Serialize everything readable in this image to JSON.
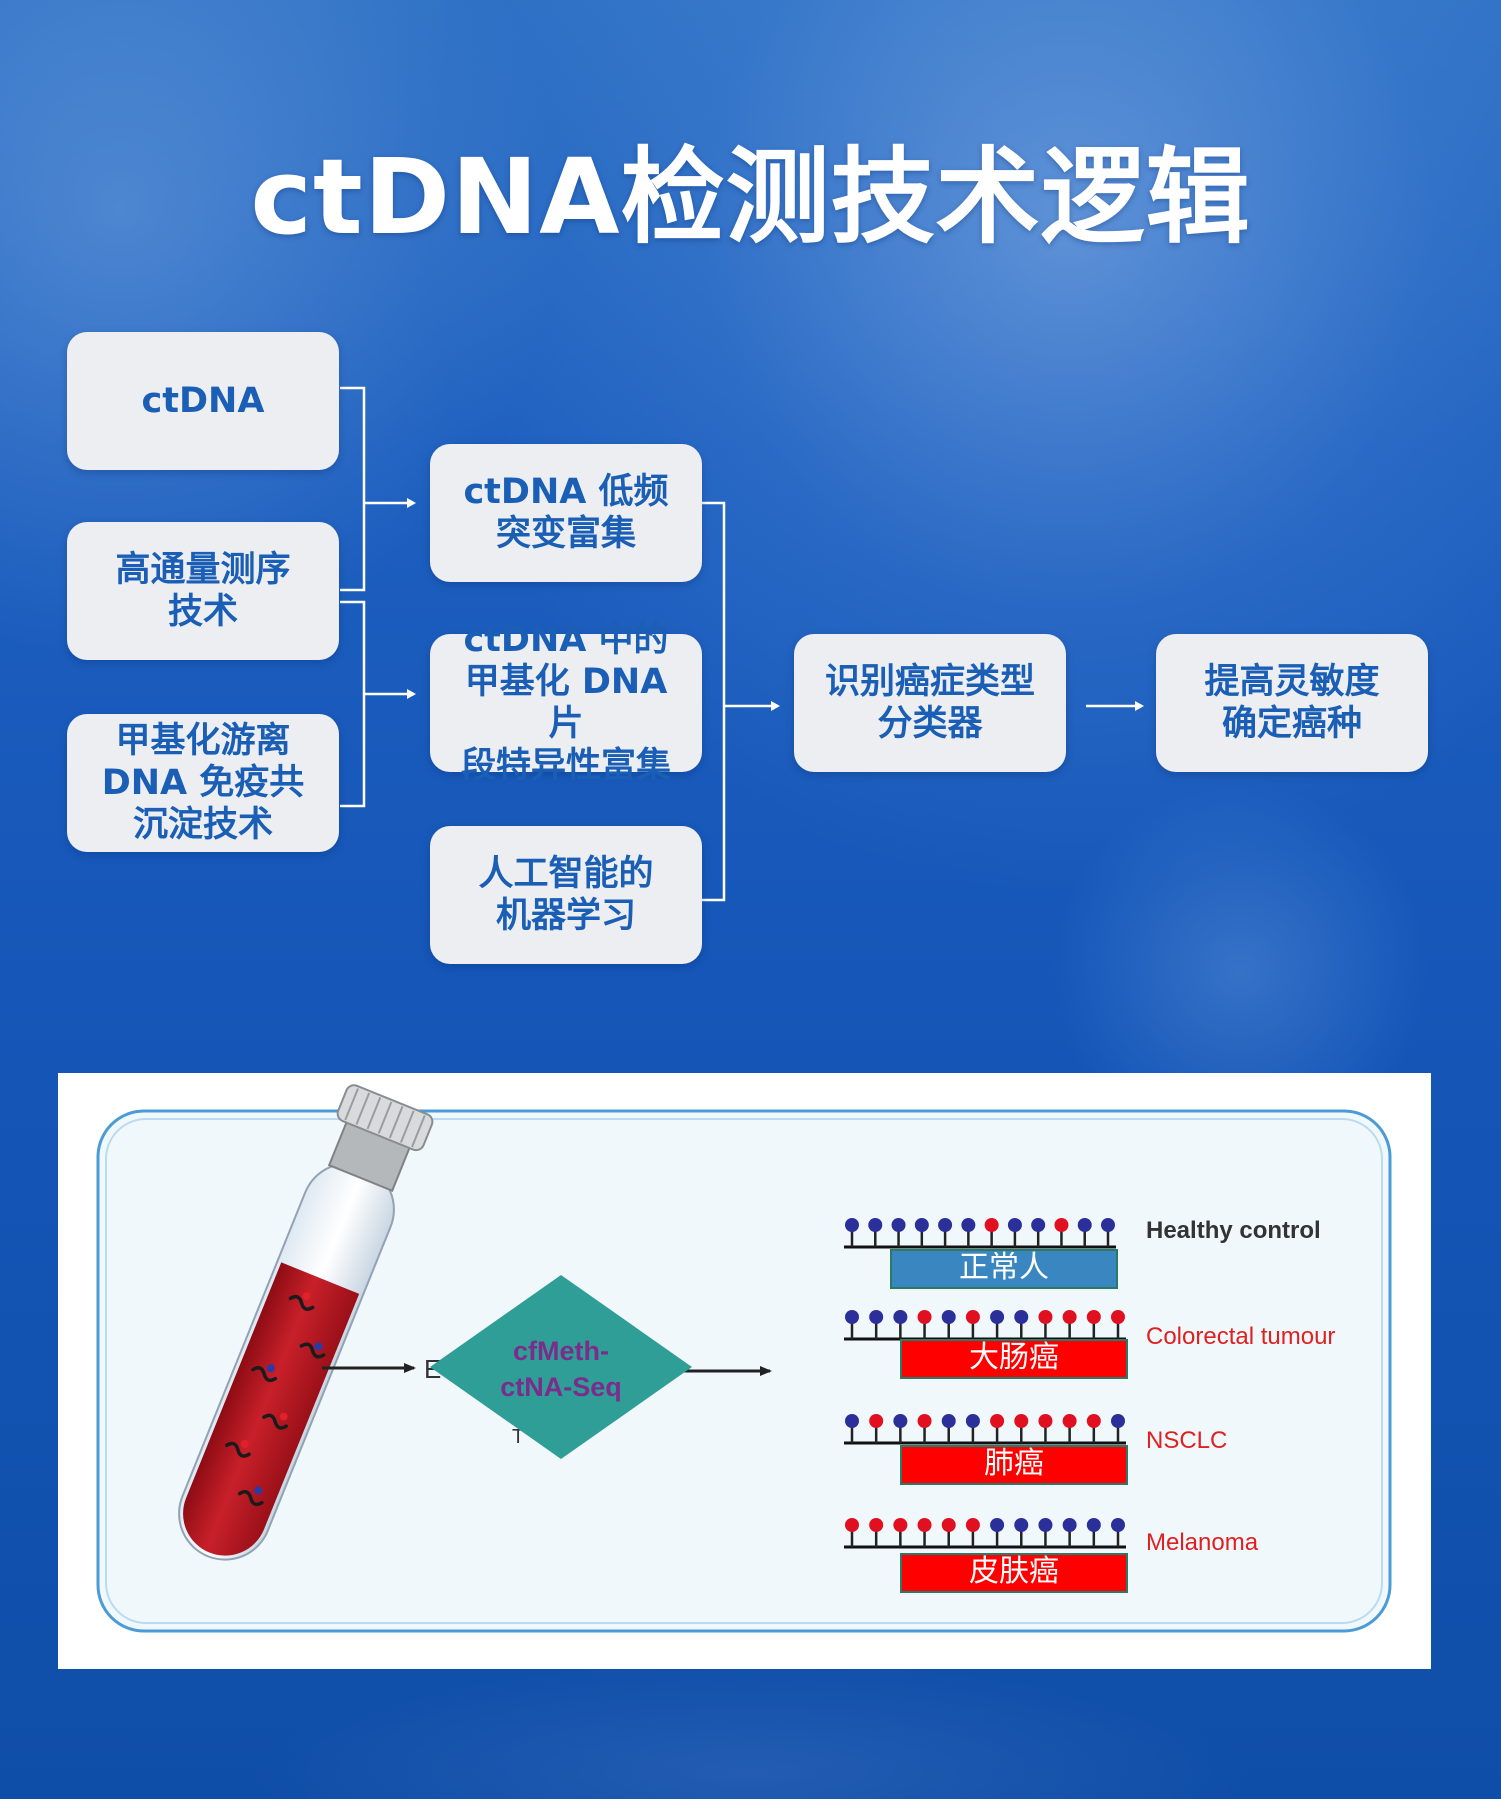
{
  "title": "ctDNA检测技术逻辑",
  "flow": {
    "inputs": [
      {
        "lines": [
          "ctDNA"
        ]
      },
      {
        "lines": [
          "高通量测序",
          "技术"
        ]
      },
      {
        "lines": [
          "甲基化游离",
          "DNA 免疫共",
          "沉淀技术"
        ]
      }
    ],
    "methods": [
      {
        "lines": [
          "ctDNA 低频",
          "突变富集"
        ]
      },
      {
        "lines": [
          "ctDNA 中的",
          "甲基化 DNA 片",
          "段特异性富集"
        ]
      },
      {
        "lines": [
          "人工智能的",
          "机器学习"
        ]
      }
    ],
    "classifier": {
      "lines": [
        "识别癌症类型",
        "分类器"
      ]
    },
    "result": {
      "lines": [
        "提高灵敏度",
        "确定癌种"
      ]
    }
  },
  "figure": {
    "diamond_lines": [
      "cfMeth-",
      "ctNA-Seq"
    ],
    "rows": [
      {
        "label": "Healthy control",
        "bar": "正常人",
        "bar_color": "#3a86c0",
        "label_color": "#333333",
        "pins": [
          "b",
          "b",
          "b",
          "b",
          "b",
          "b",
          "r",
          "b",
          "b",
          "r",
          "b",
          "b"
        ]
      },
      {
        "label": "Colorectal tumour",
        "bar": "大肠癌",
        "bar_color": "#ff0000",
        "label_color": "#e02020",
        "pins": [
          "b",
          "b",
          "b",
          "r",
          "b",
          "r",
          "b",
          "b",
          "r",
          "r",
          "r",
          "r"
        ]
      },
      {
        "label": "NSCLC",
        "bar": "肺癌",
        "bar_color": "#ff0000",
        "label_color": "#e02020",
        "pins": [
          "b",
          "r",
          "b",
          "r",
          "b",
          "b",
          "r",
          "r",
          "r",
          "r",
          "r",
          "b"
        ]
      },
      {
        "label": "Melanoma",
        "bar": "皮肤癌",
        "bar_color": "#ff0000",
        "label_color": "#e02020",
        "pins": [
          "r",
          "r",
          "r",
          "r",
          "r",
          "r",
          "b",
          "b",
          "b",
          "b",
          "b",
          "b"
        ]
      }
    ],
    "colors": {
      "methyl_blue": "#2a2f9a",
      "methyl_red": "#e01020",
      "diamond": "#2f9e97",
      "blood": "#b8141e"
    }
  }
}
